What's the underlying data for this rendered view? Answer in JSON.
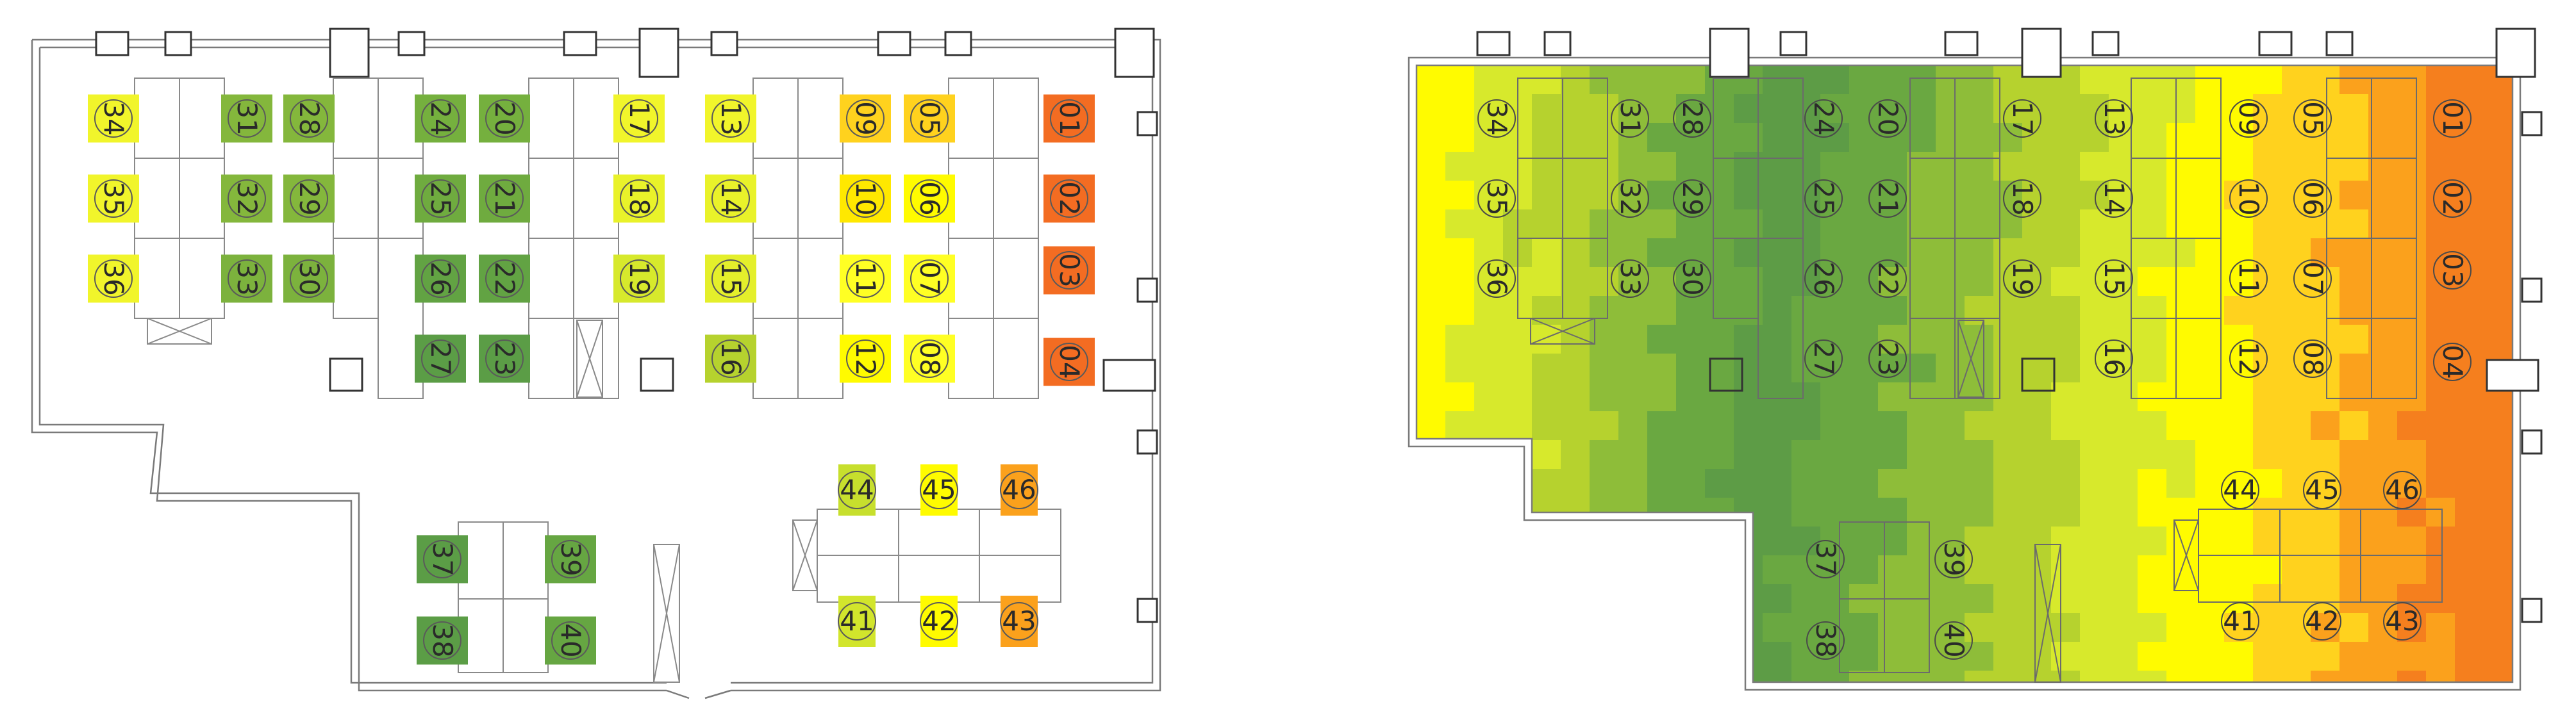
{
  "left_plan": {
    "seats": [
      {
        "label": "01",
        "color": "#f36c22"
      },
      {
        "label": "02",
        "color": "#f36c22"
      },
      {
        "label": "03",
        "color": "#f36c22"
      },
      {
        "label": "04",
        "color": "#f36c22"
      },
      {
        "label": "05",
        "color": "#ffd21e"
      },
      {
        "label": "06",
        "color": "#fffb00"
      },
      {
        "label": "07",
        "color": "#ffff24"
      },
      {
        "label": "08",
        "color": "#ffff24"
      },
      {
        "label": "09",
        "color": "#ffd21e"
      },
      {
        "label": "10",
        "color": "#ffe800"
      },
      {
        "label": "11",
        "color": "#ffff24"
      },
      {
        "label": "12",
        "color": "#fffb00"
      },
      {
        "label": "13",
        "color": "#f1f52b"
      },
      {
        "label": "14",
        "color": "#e9f22a"
      },
      {
        "label": "15",
        "color": "#e4ef2b"
      },
      {
        "label": "16",
        "color": "#b6d22e"
      },
      {
        "label": "17",
        "color": "#f1f52b"
      },
      {
        "label": "18",
        "color": "#e9f22a"
      },
      {
        "label": "19",
        "color": "#d7e92c"
      },
      {
        "label": "20",
        "color": "#75b03e"
      },
      {
        "label": "21",
        "color": "#6fab3f"
      },
      {
        "label": "22",
        "color": "#62a343"
      },
      {
        "label": "23",
        "color": "#5b9d46"
      },
      {
        "label": "24",
        "color": "#75b03e"
      },
      {
        "label": "25",
        "color": "#6fab3f"
      },
      {
        "label": "26",
        "color": "#62a343"
      },
      {
        "label": "27",
        "color": "#5b9d46"
      },
      {
        "label": "28",
        "color": "#84b73c"
      },
      {
        "label": "29",
        "color": "#84b73c"
      },
      {
        "label": "30",
        "color": "#7cb23d"
      },
      {
        "label": "31",
        "color": "#84b73c"
      },
      {
        "label": "32",
        "color": "#84b73c"
      },
      {
        "label": "33",
        "color": "#7cb23d"
      },
      {
        "label": "34",
        "color": "#f1f52b"
      },
      {
        "label": "35",
        "color": "#f1f52b"
      },
      {
        "label": "36",
        "color": "#f1f52b"
      },
      {
        "label": "37",
        "color": "#5b9d46"
      },
      {
        "label": "38",
        "color": "#5b9d46"
      },
      {
        "label": "39",
        "color": "#66a642"
      },
      {
        "label": "40",
        "color": "#66a642"
      },
      {
        "label": "41",
        "color": "#d2e52c"
      },
      {
        "label": "42",
        "color": "#fffb00"
      },
      {
        "label": "43",
        "color": "#fba11c"
      },
      {
        "label": "44",
        "color": "#c7df2d"
      },
      {
        "label": "45",
        "color": "#fffb00"
      },
      {
        "label": "46",
        "color": "#fba11c"
      }
    ]
  },
  "right_plan": {
    "seat_labels": [
      "01",
      "02",
      "03",
      "04",
      "05",
      "06",
      "07",
      "08",
      "09",
      "10",
      "11",
      "12",
      "13",
      "14",
      "15",
      "16",
      "17",
      "18",
      "19",
      "20",
      "21",
      "22",
      "23",
      "24",
      "25",
      "26",
      "27",
      "28",
      "29",
      "30",
      "31",
      "32",
      "33",
      "34",
      "35",
      "36",
      "37",
      "38",
      "39",
      "40",
      "41",
      "42",
      "43",
      "44",
      "45",
      "46"
    ],
    "heatmap_colors": [
      "#5d9c46",
      "#6aa841",
      "#8ebd39",
      "#b6d22e",
      "#d7e92c",
      "#fffb00",
      "#ffd21e",
      "#fba11c",
      "#f57f1e"
    ]
  }
}
